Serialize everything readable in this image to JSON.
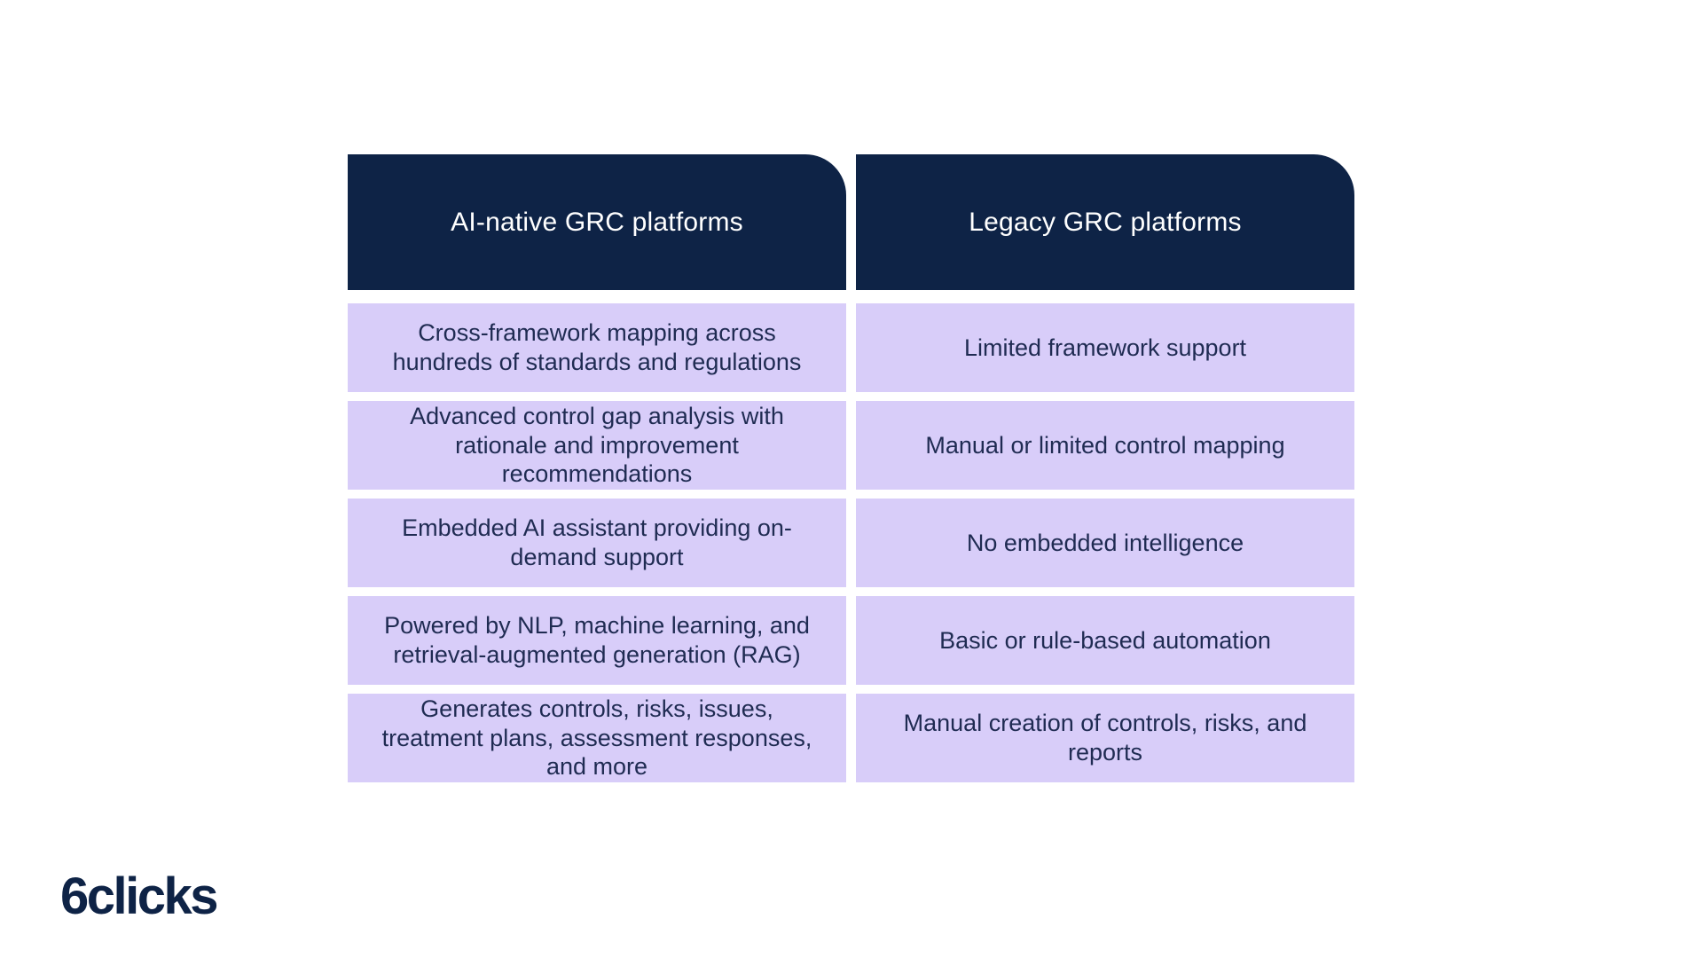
{
  "page": {
    "background_color": "#ffffff"
  },
  "colors": {
    "header_bg": "#0e2346",
    "header_text": "#ffffff",
    "cell_bg": "#d8cdf9",
    "cell_text": "#1f2b52",
    "logo": "#0e2346"
  },
  "table": {
    "headers": [
      {
        "label": "AI-native GRC platforms"
      },
      {
        "label": "Legacy GRC platforms"
      }
    ],
    "rows": [
      {
        "ai_native": "Cross-framework mapping across hundreds of standards and regulations",
        "legacy": "Limited framework support"
      },
      {
        "ai_native": "Advanced control gap analysis with rationale and improvement recommendations",
        "legacy": "Manual or limited control mapping"
      },
      {
        "ai_native": "Embedded AI assistant providing on-demand support",
        "legacy": "No embedded intelligence"
      },
      {
        "ai_native": "Powered by NLP, machine learning, and retrieval-augmented generation (RAG)",
        "legacy": "Basic or rule-based automation"
      },
      {
        "ai_native": "Generates controls, risks, issues, treatment plans, assessment responses, and more",
        "legacy": "Manual creation of controls, risks, and reports"
      }
    ]
  },
  "footer": {
    "logo_text": "6clicks"
  }
}
